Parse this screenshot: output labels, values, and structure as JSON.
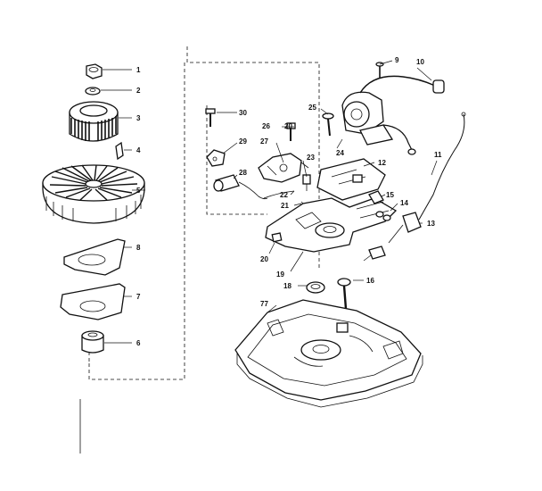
{
  "diagram": {
    "colors": {
      "ink": "#111111",
      "paper": "#ffffff"
    },
    "callouts": [
      {
        "id": "c1",
        "text": "1"
      },
      {
        "id": "c2",
        "text": "2"
      },
      {
        "id": "c3",
        "text": "3"
      },
      {
        "id": "c4",
        "text": "4"
      },
      {
        "id": "c5",
        "text": "5"
      },
      {
        "id": "c8",
        "text": "8"
      },
      {
        "id": "c7",
        "text": "7"
      },
      {
        "id": "c6",
        "text": "6"
      },
      {
        "id": "c9",
        "text": "9"
      },
      {
        "id": "c10",
        "text": "10"
      },
      {
        "id": "c11",
        "text": "11"
      },
      {
        "id": "c12",
        "text": "12"
      },
      {
        "id": "c13",
        "text": "13"
      },
      {
        "id": "c14",
        "text": "14"
      },
      {
        "id": "c15",
        "text": "15"
      },
      {
        "id": "c16",
        "text": "16"
      },
      {
        "id": "c18",
        "text": "18"
      },
      {
        "id": "c19",
        "text": "19"
      },
      {
        "id": "c20a",
        "text": "20"
      },
      {
        "id": "c20b",
        "text": "20"
      },
      {
        "id": "c21",
        "text": "21"
      },
      {
        "id": "c22",
        "text": "22"
      },
      {
        "id": "c23",
        "text": "23"
      },
      {
        "id": "c24",
        "text": "24"
      },
      {
        "id": "c25",
        "text": "25"
      },
      {
        "id": "c26",
        "text": "26"
      },
      {
        "id": "c27",
        "text": "27"
      },
      {
        "id": "c28",
        "text": "28"
      },
      {
        "id": "c29",
        "text": "29"
      },
      {
        "id": "c30",
        "text": "30"
      },
      {
        "id": "c77",
        "text": "77"
      }
    ]
  }
}
